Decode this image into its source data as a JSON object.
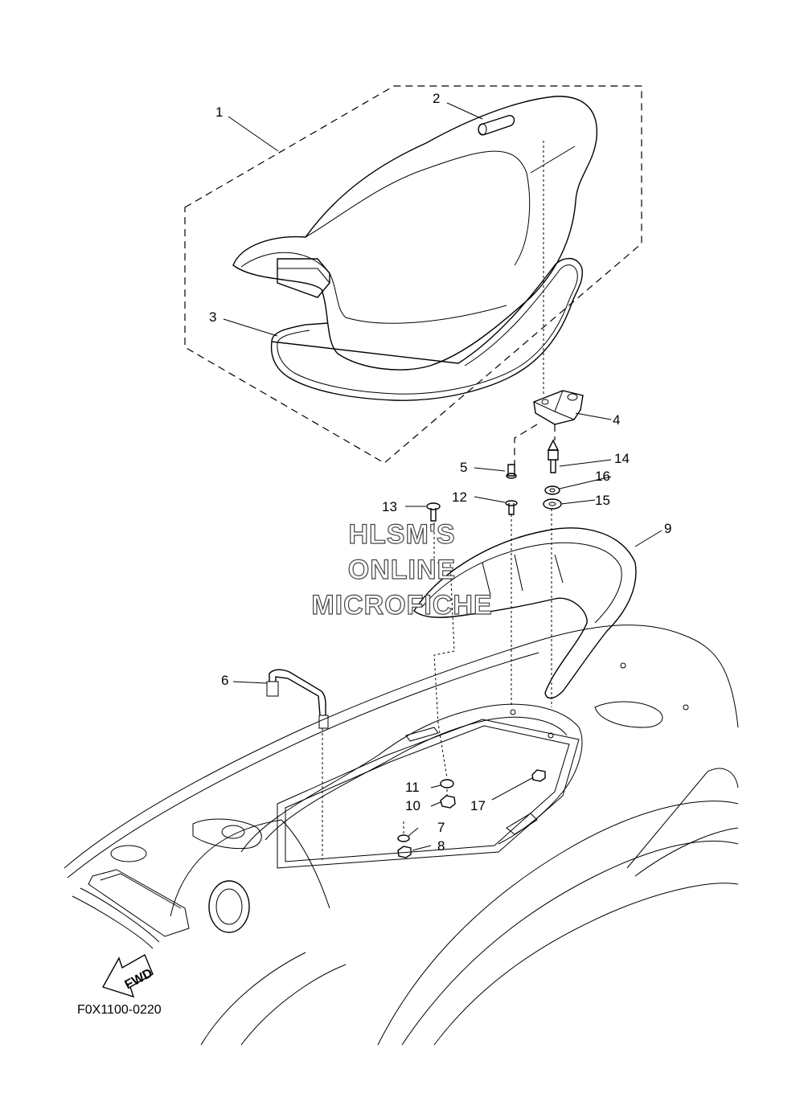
{
  "diagram": {
    "drawing_code": "F0X1100-0220",
    "watermark": [
      "HLSM'S",
      "ONLINE",
      "MICROFICHE"
    ],
    "fwd_label": "FWD",
    "parts": [
      {
        "num": "1"
      },
      {
        "num": "2"
      },
      {
        "num": "3"
      },
      {
        "num": "4"
      },
      {
        "num": "5"
      },
      {
        "num": "6"
      },
      {
        "num": "7"
      },
      {
        "num": "8"
      },
      {
        "num": "9"
      },
      {
        "num": "10"
      },
      {
        "num": "11"
      },
      {
        "num": "12"
      },
      {
        "num": "13"
      },
      {
        "num": "14"
      },
      {
        "num": "15"
      },
      {
        "num": "16"
      },
      {
        "num": "17"
      }
    ]
  }
}
